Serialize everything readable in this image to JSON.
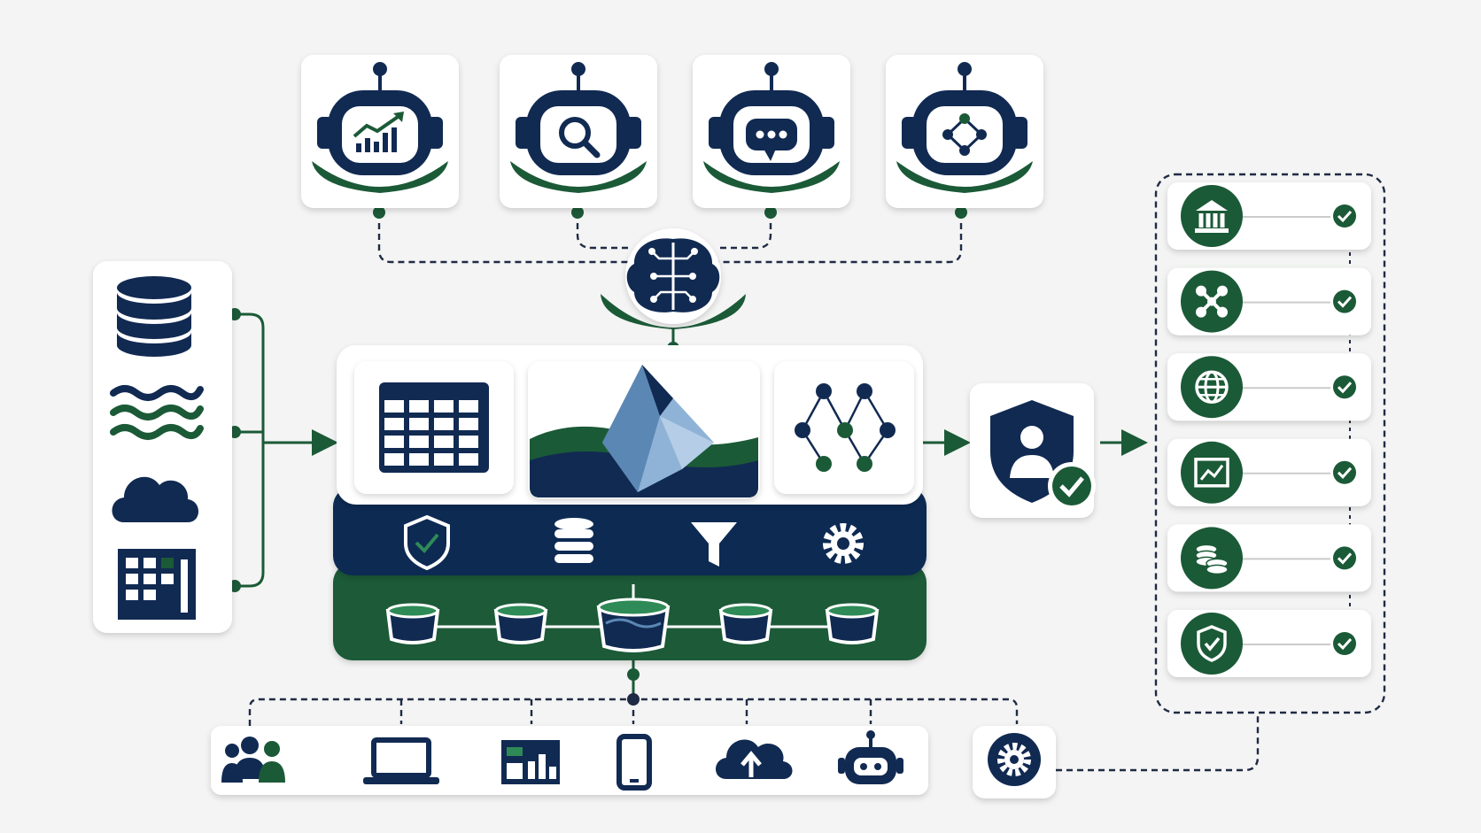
{
  "diagram": {
    "colors": {
      "navy": "#112a52",
      "green": "#1b5a37",
      "light_blue": "#8fb3d6",
      "mid_blue": "#5b87b4",
      "card": "#ffffff",
      "background": "#f3f4f3",
      "connector": "#1f2a44"
    },
    "agents": [
      {
        "name": "analytics-agent",
        "icon": "chart-up-icon"
      },
      {
        "name": "search-agent",
        "icon": "magnifier-icon"
      },
      {
        "name": "chat-agent",
        "icon": "speech-bubble-icon"
      },
      {
        "name": "graph-agent",
        "icon": "node-graph-icon"
      }
    ],
    "hub": {
      "name": "ai-brain-hub",
      "icon": "brain-circuit-icon"
    },
    "sources": [
      {
        "name": "database-source",
        "icon": "database-icon"
      },
      {
        "name": "streaming-source",
        "icon": "waves-icon"
      },
      {
        "name": "cloud-source",
        "icon": "cloud-icon"
      },
      {
        "name": "spreadsheet-source",
        "icon": "spreadsheet-icon"
      }
    ],
    "lakehouse": {
      "top_panels": [
        {
          "name": "table-format-panel",
          "icon": "grid-table-icon"
        },
        {
          "name": "iceberg-panel",
          "icon": "iceberg-icon"
        },
        {
          "name": "graph-panel",
          "icon": "network-graph-icon"
        }
      ],
      "services_bar": [
        {
          "name": "governance-service",
          "icon": "shield-check-icon"
        },
        {
          "name": "storage-service",
          "icon": "database-stack-icon"
        },
        {
          "name": "filter-service",
          "icon": "funnel-icon"
        },
        {
          "name": "settings-service",
          "icon": "gear-icon"
        }
      ],
      "storage_bar": [
        {
          "name": "bucket-1",
          "icon": "bucket-icon"
        },
        {
          "name": "bucket-2",
          "icon": "bucket-icon"
        },
        {
          "name": "central-bucket",
          "icon": "bucket-icon"
        },
        {
          "name": "bucket-4",
          "icon": "bucket-icon"
        },
        {
          "name": "bucket-5",
          "icon": "bucket-icon"
        }
      ]
    },
    "security_gate": {
      "name": "security-gate",
      "icon": "user-shield-check-icon"
    },
    "consumers": [
      {
        "name": "banking-consumer",
        "icon": "bank-icon",
        "status": "check-icon"
      },
      {
        "name": "integration-consumer",
        "icon": "network-x-icon",
        "status": "check-icon"
      },
      {
        "name": "web-consumer",
        "icon": "globe-icon",
        "status": "check-icon"
      },
      {
        "name": "reporting-consumer",
        "icon": "chart-window-icon",
        "status": "check-icon"
      },
      {
        "name": "finance-consumer",
        "icon": "coins-icon",
        "status": "check-icon"
      },
      {
        "name": "compliance-consumer",
        "icon": "shield-check-icon",
        "status": "check-icon"
      }
    ],
    "endpoints": [
      {
        "name": "users-endpoint",
        "icon": "users-icon"
      },
      {
        "name": "laptop-endpoint",
        "icon": "laptop-icon"
      },
      {
        "name": "dashboard-endpoint",
        "icon": "dashboard-icon"
      },
      {
        "name": "mobile-endpoint",
        "icon": "phone-icon"
      },
      {
        "name": "cloud-upload-endpoint",
        "icon": "cloud-upload-icon"
      },
      {
        "name": "bot-endpoint",
        "icon": "robot-icon"
      }
    ],
    "settings_node": {
      "name": "settings-node",
      "icon": "gear-icon"
    }
  }
}
